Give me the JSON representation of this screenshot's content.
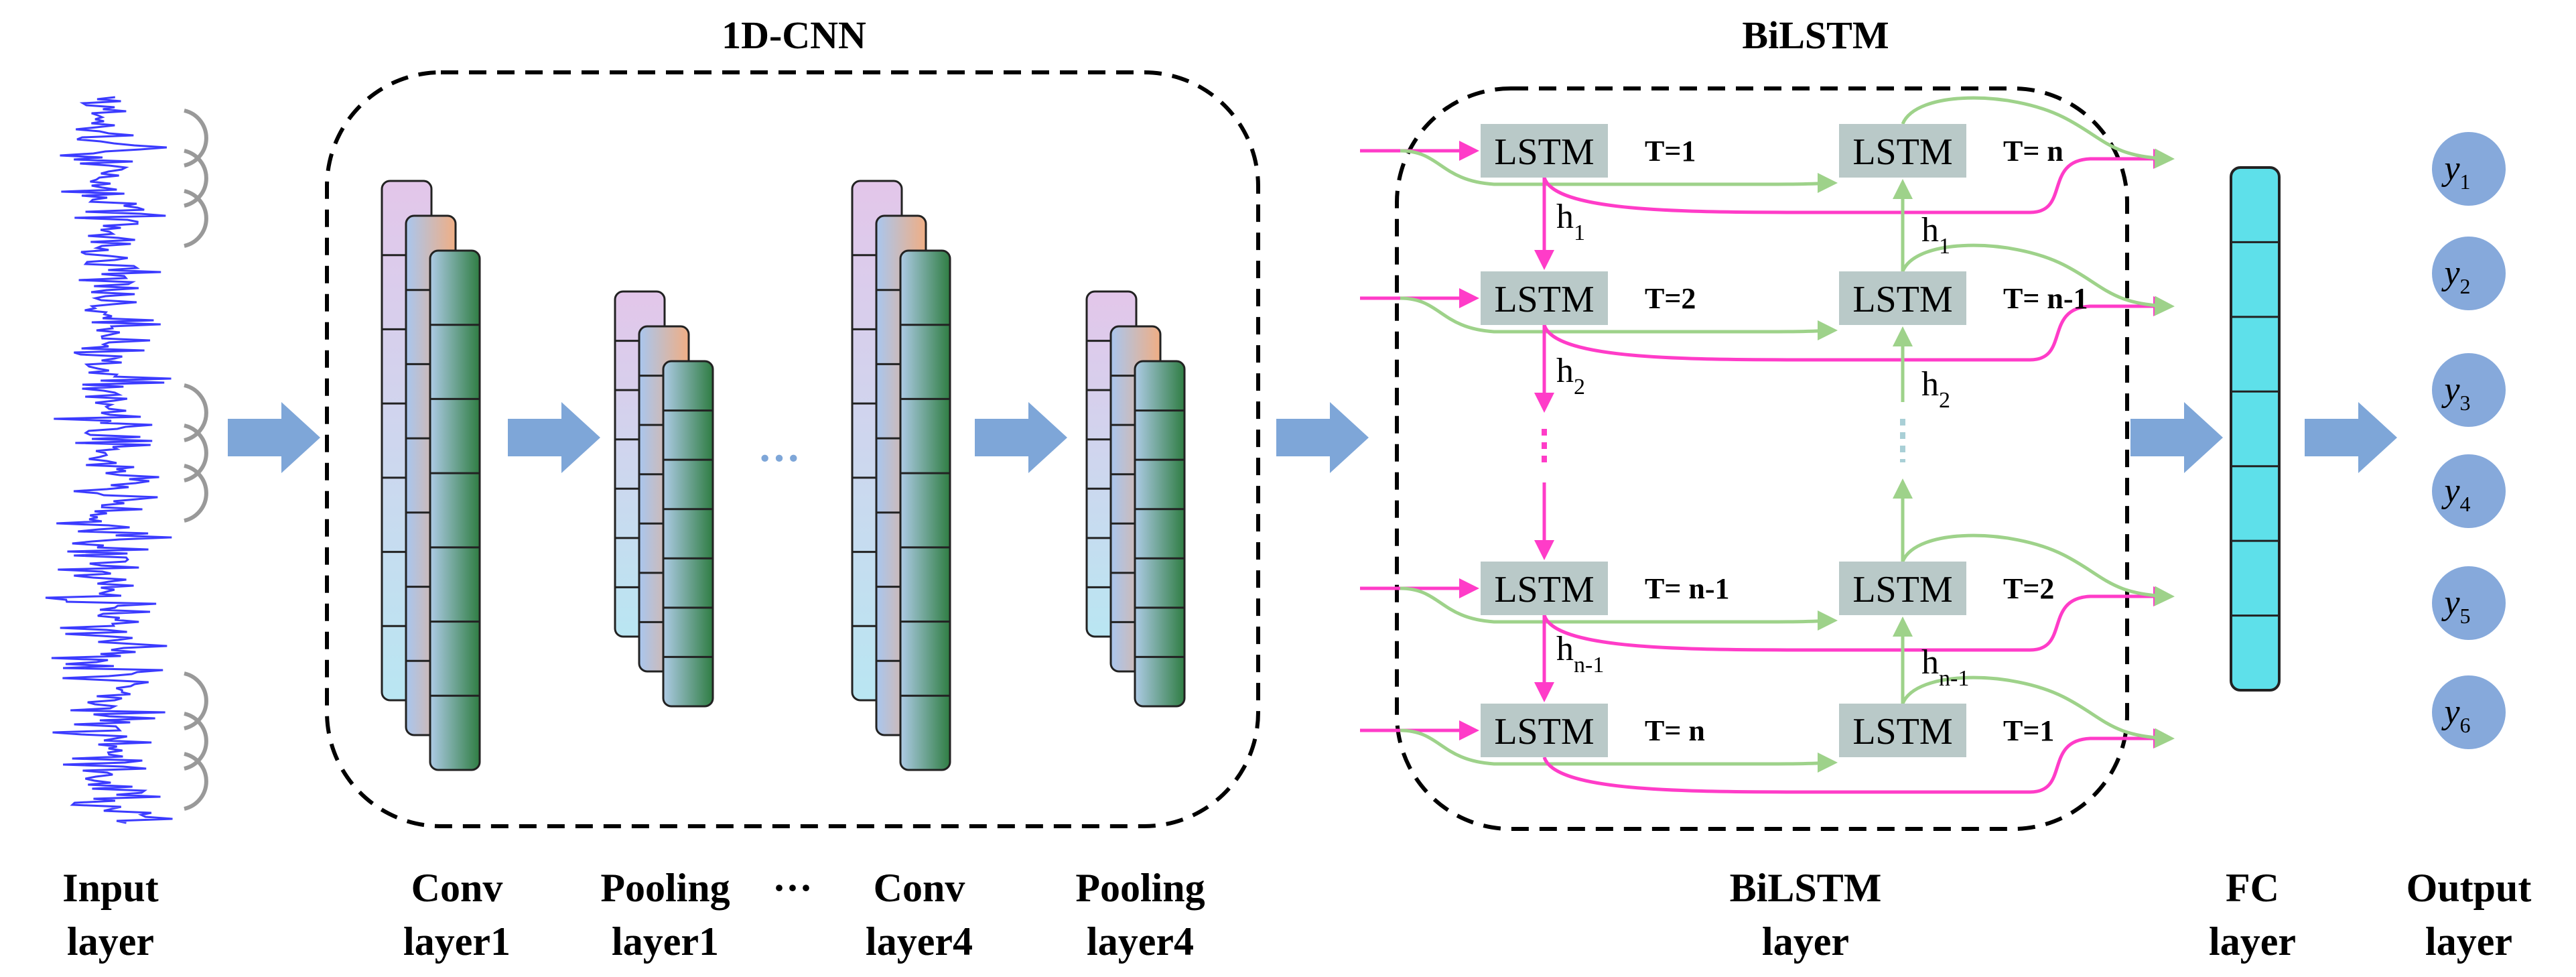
{
  "sections": {
    "cnn_title": "1D-CNN",
    "bilstm_title": "BiLSTM"
  },
  "layer_labels": {
    "input": [
      "Input",
      "layer"
    ],
    "conv1": [
      "Conv",
      "layer1"
    ],
    "pool1": [
      "Pooling",
      "layer1"
    ],
    "ellipsis": "···",
    "conv4": [
      "Conv",
      "layer4"
    ],
    "pool4": [
      "Pooling",
      "layer4"
    ],
    "bilstm": [
      "BiLSTM",
      "layer"
    ],
    "fc": [
      "FC",
      "layer"
    ],
    "output": [
      "Output",
      "layer"
    ]
  },
  "cnn_dots": "···",
  "lstm": {
    "cell_label": "LSTM",
    "forward_steps": [
      "T=1",
      "T=2",
      "T= n-1",
      "T= n"
    ],
    "backward_steps": [
      "T= n",
      "T= n-1",
      "T=2",
      "T=1"
    ],
    "hidden_labels": [
      {
        "base": "h",
        "sub": "1"
      },
      {
        "base": "h",
        "sub": "2"
      },
      {
        "base": "h",
        "sub": "n-1"
      }
    ],
    "forward_color": "#ff3cc8",
    "backward_color": "#9ed28a",
    "cell_color": "#b9c9c8"
  },
  "outputs": [
    {
      "base": "y",
      "sub": "1"
    },
    {
      "base": "y",
      "sub": "2"
    },
    {
      "base": "y",
      "sub": "3"
    },
    {
      "base": "y",
      "sub": "4"
    },
    {
      "base": "y",
      "sub": "5"
    },
    {
      "base": "y",
      "sub": "6"
    }
  ],
  "colors": {
    "signal": "#3b3bff",
    "flow_arrow": "#7ea6d8",
    "output_node": "#86a9db",
    "fc_fill": "#5ee0ea",
    "dashed_border": "#000000"
  }
}
